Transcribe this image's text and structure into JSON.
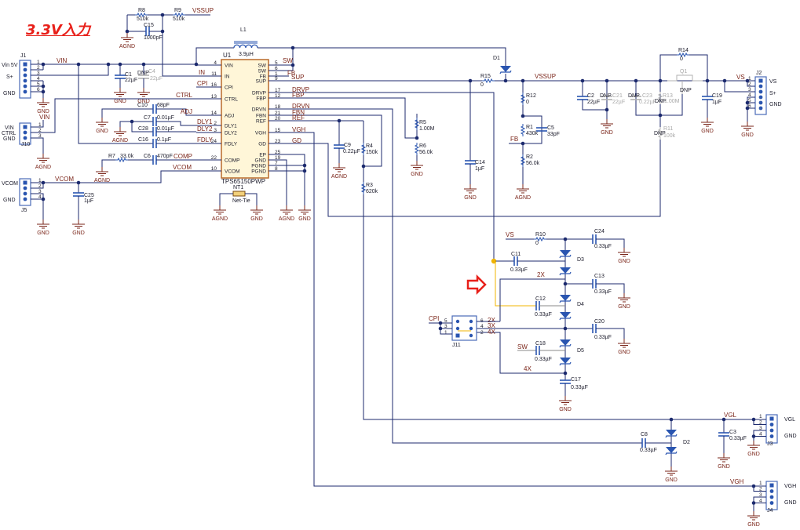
{
  "title": "3.3V入力",
  "dnp": "DNP",
  "power": {
    "gnd": "GND",
    "agnd": "AGND"
  },
  "u1": {
    "ref": "U1",
    "part": "TPS65150PWP",
    "left_pins": [
      {
        "num": "4",
        "name": "VIN"
      },
      {
        "num": "11",
        "name": "IN"
      },
      {
        "num": "16",
        "name": "CPI"
      },
      {
        "num": "13",
        "name": "CTRL"
      },
      {
        "num": "14",
        "name": "ADJ"
      },
      {
        "num": "2",
        "name": "DLY1"
      },
      {
        "num": "3",
        "name": "DLY2"
      },
      {
        "num": "24",
        "name": "FDLY"
      },
      {
        "num": "22",
        "name": "COMP"
      },
      {
        "num": "10",
        "name": "VCOM"
      }
    ],
    "right_pins": [
      {
        "num": "5",
        "name": "SW"
      },
      {
        "num": "6",
        "name": "SW"
      },
      {
        "num": "1",
        "name": "FB"
      },
      {
        "num": "9",
        "name": "SUP"
      },
      {
        "num": "17",
        "name": "DRVP"
      },
      {
        "num": "12",
        "name": "FBP"
      },
      {
        "num": "18",
        "name": "DRVN"
      },
      {
        "num": "21",
        "name": "FBN"
      },
      {
        "num": "20",
        "name": "REF"
      },
      {
        "num": "15",
        "name": "VGH"
      },
      {
        "num": "23",
        "name": "GD"
      },
      {
        "num": "25",
        "name": "EP"
      },
      {
        "num": "19",
        "name": "GND"
      },
      {
        "num": "7",
        "name": "PGND"
      },
      {
        "num": "8",
        "name": "PGND"
      }
    ]
  },
  "nets": {
    "vin": "VIN",
    "vssup": "VSSUP",
    "in": "IN",
    "cpi": "CPI",
    "ctrl": "CTRL",
    "adj": "ADJ",
    "dly1": "DLY1",
    "dly2": "DLY2",
    "fdly": "FDLY",
    "comp": "COMP",
    "vcom": "VCOM",
    "sw": "SW",
    "fb": "FB",
    "sup": "SUP",
    "drvp": "DRVP",
    "fbp": "FBP",
    "drvn": "DRVN",
    "fbn": "FBN",
    "ref": "REF",
    "vgh": "VGH",
    "gd": "GD",
    "vs": "VS",
    "x2": "2X",
    "x3": "3X",
    "x4": "4X",
    "vgl": "VGL",
    "cp1": "CPI"
  },
  "comp": {
    "R8": {
      "ref": "R8",
      "value": "510k"
    },
    "R9": {
      "ref": "R9",
      "value": "510k"
    },
    "C15": {
      "ref": "C15",
      "value": "1000pF"
    },
    "L1": {
      "ref": "L1",
      "value": "3.9µH"
    },
    "C1": {
      "ref": "C1",
      "value": "22µF"
    },
    "C4": {
      "ref": "C4",
      "value": "22µF"
    },
    "C10": {
      "ref": "C10",
      "value": "68pF"
    },
    "C7": {
      "ref": "C7",
      "value": "0.01µF"
    },
    "C28": {
      "ref": "C28",
      "value": "0.01µF"
    },
    "C16": {
      "ref": "C16",
      "value": "0.1µF"
    },
    "R7": {
      "ref": "R7",
      "value": "33.0k"
    },
    "C6": {
      "ref": "C6",
      "value": "470pF"
    },
    "C25": {
      "ref": "C25",
      "value": "1µF"
    },
    "NT1": {
      "ref": "NT1",
      "value": "Net-Tie"
    },
    "C9": {
      "ref": "C9",
      "value": "0.22µF"
    },
    "R4": {
      "ref": "R4",
      "value": "150k"
    },
    "R3": {
      "ref": "R3",
      "value": "620k"
    },
    "R5": {
      "ref": "R5",
      "value": "1.00M"
    },
    "R6": {
      "ref": "R6",
      "value": "56.0k"
    },
    "C14": {
      "ref": "C14",
      "value": "1µF"
    },
    "R15": {
      "ref": "R15",
      "value": "0"
    },
    "D1": {
      "ref": "D1"
    },
    "R12": {
      "ref": "R12",
      "value": "0"
    },
    "R1": {
      "ref": "R1",
      "value": "430k"
    },
    "C5": {
      "ref": "C5",
      "value": "33pF"
    },
    "R2": {
      "ref": "R2",
      "value": "56.0k"
    },
    "C2": {
      "ref": "C2",
      "value": "22µF"
    },
    "C21": {
      "ref": "C21",
      "value": "22µF"
    },
    "C23": {
      "ref": "C23",
      "value": "0.22µF"
    },
    "R13": {
      "ref": "R13",
      "value": "1.00M"
    },
    "Q1": {
      "ref": "Q1"
    },
    "R14": {
      "ref": "R14",
      "value": "0"
    },
    "R11": {
      "ref": "R11",
      "value": "100k"
    },
    "C19": {
      "ref": "C19",
      "value": "1µF"
    },
    "R10": {
      "ref": "R10",
      "value": "0"
    },
    "C24": {
      "ref": "C24",
      "value": "0.33µF"
    },
    "C11": {
      "ref": "C11",
      "value": "0.33µF"
    },
    "D3": {
      "ref": "D3"
    },
    "C13": {
      "ref": "C13",
      "value": "0.33µF"
    },
    "C12": {
      "ref": "C12",
      "value": "0.33µF"
    },
    "D4": {
      "ref": "D4"
    },
    "C20": {
      "ref": "C20",
      "value": "0.33µF"
    },
    "C18": {
      "ref": "C18",
      "value": "0.33µF"
    },
    "D5": {
      "ref": "D5"
    },
    "C17": {
      "ref": "C17",
      "value": "0.33µF"
    },
    "C8": {
      "ref": "C8",
      "value": "0.33µF"
    },
    "D2": {
      "ref": "D2"
    },
    "C3": {
      "ref": "C3",
      "value": "0.33µF"
    }
  },
  "connectors": {
    "J1": {
      "ref": "J1",
      "labels": [
        "Vin  5V",
        "S+",
        "GND"
      ],
      "pins": [
        "1",
        "2",
        "3",
        "4",
        "5",
        "6"
      ]
    },
    "J10": {
      "ref": "J10",
      "labels": [
        "VIN",
        "CTRL",
        "GND"
      ],
      "pins": [
        "1",
        "2",
        "3"
      ]
    },
    "J5": {
      "ref": "J5",
      "labels": [
        "VCOM",
        "GND"
      ],
      "pins": [
        "1",
        "2",
        "3",
        "4"
      ]
    },
    "J2": {
      "ref": "J2",
      "labels": [
        "VS",
        "S+",
        "GND"
      ],
      "pins": [
        "1",
        "2",
        "3",
        "4",
        "5",
        "6"
      ]
    },
    "J11": {
      "ref": "J11",
      "pins": [
        "5",
        "3",
        "1",
        "6",
        "4",
        "2"
      ]
    },
    "J3": {
      "ref": "J3",
      "labels": [
        "VGL",
        "GND"
      ],
      "pins": [
        "1",
        "2",
        "3",
        "4"
      ]
    },
    "J4": {
      "ref": "J4",
      "labels": [
        "VGH",
        "GND"
      ],
      "pins": [
        "1",
        "2",
        "3",
        "4"
      ]
    }
  },
  "colors": {
    "wire": "#1c2a6e",
    "component": "#2a55b0",
    "net_label": "#7a2418",
    "highlight_wire": "#f0b400",
    "arrow": "#e8201a",
    "ic_fill": "#fff6d8",
    "ic_border": "#b86a2a",
    "dnp": "#b0b0b0"
  }
}
